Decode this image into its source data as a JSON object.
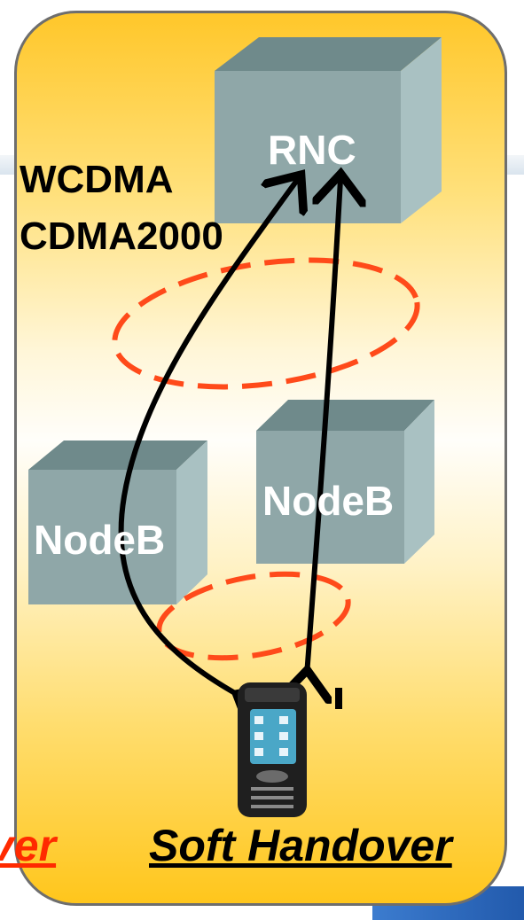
{
  "labels": {
    "tech_line_1": "WCDMA",
    "tech_line_2": "CDMA2000",
    "rnc": "RNC",
    "nodeb_left": "NodeB",
    "nodeb_right": "NodeB"
  },
  "captions": {
    "left_fragment": "ver",
    "right": "Soft Handover"
  },
  "colors": {
    "panel_top": "#ffc72a",
    "panel_mid": "#fffefa",
    "box_front": "#8fa7a8",
    "box_top": "#6f8a8b",
    "box_side": "#a9c1c2",
    "arrow": "#000000",
    "dashed_ellipse": "#ff4a1a",
    "left_caption": "#ff2a00"
  },
  "icons": {
    "handset": "mobile-phone-icon"
  }
}
